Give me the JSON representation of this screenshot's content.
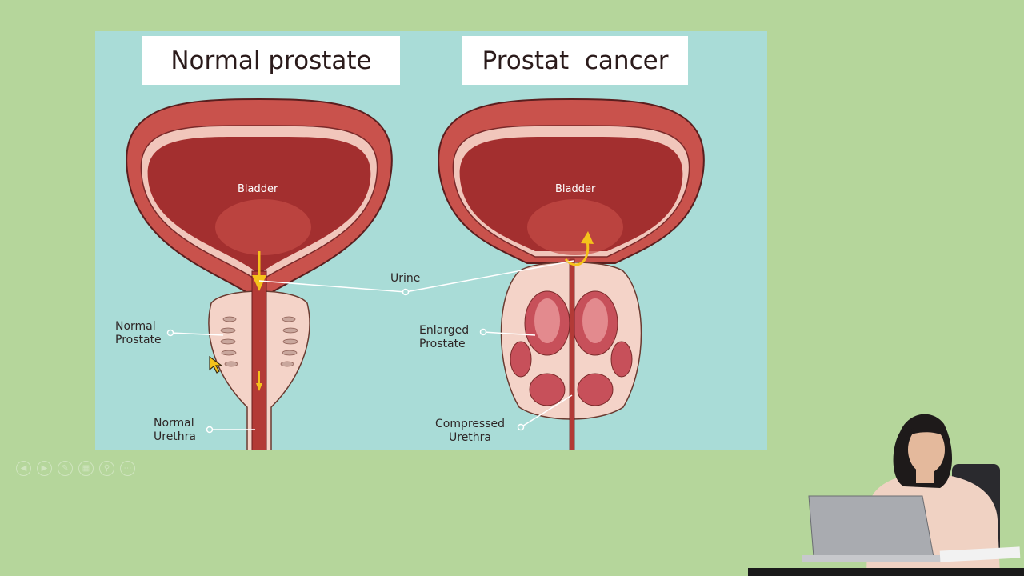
{
  "slide": {
    "title_left": "Normal prostate",
    "title_right": "Prostat  cancer",
    "labels": {
      "bladder_left": "Bladder",
      "bladder_right": "Bladder",
      "urine": "Urine",
      "normal_prostate_line1": "Normal",
      "normal_prostate_line2": "Prostate",
      "normal_urethra_line1": "Normal",
      "normal_urethra_line2": "Urethra",
      "enlarged_prostate_line1": "Enlarged",
      "enlarged_prostate_line2": "Prostate",
      "compressed_urethra_line1": "Compressed",
      "compressed_urethra_line2": "Urethra"
    }
  },
  "player_controls": {
    "icons": [
      "previous-icon",
      "next-icon",
      "pen-icon",
      "grid-icon",
      "zoom-icon",
      "more-icon"
    ]
  },
  "colors": {
    "background": "#b5d69b",
    "slide_background": "#a9dcd7",
    "bladder_outer": "#c9524c",
    "bladder_inner": "#a32f2f",
    "prostate_tissue": "#f4d3c8",
    "arrow": "#f5c21b"
  }
}
